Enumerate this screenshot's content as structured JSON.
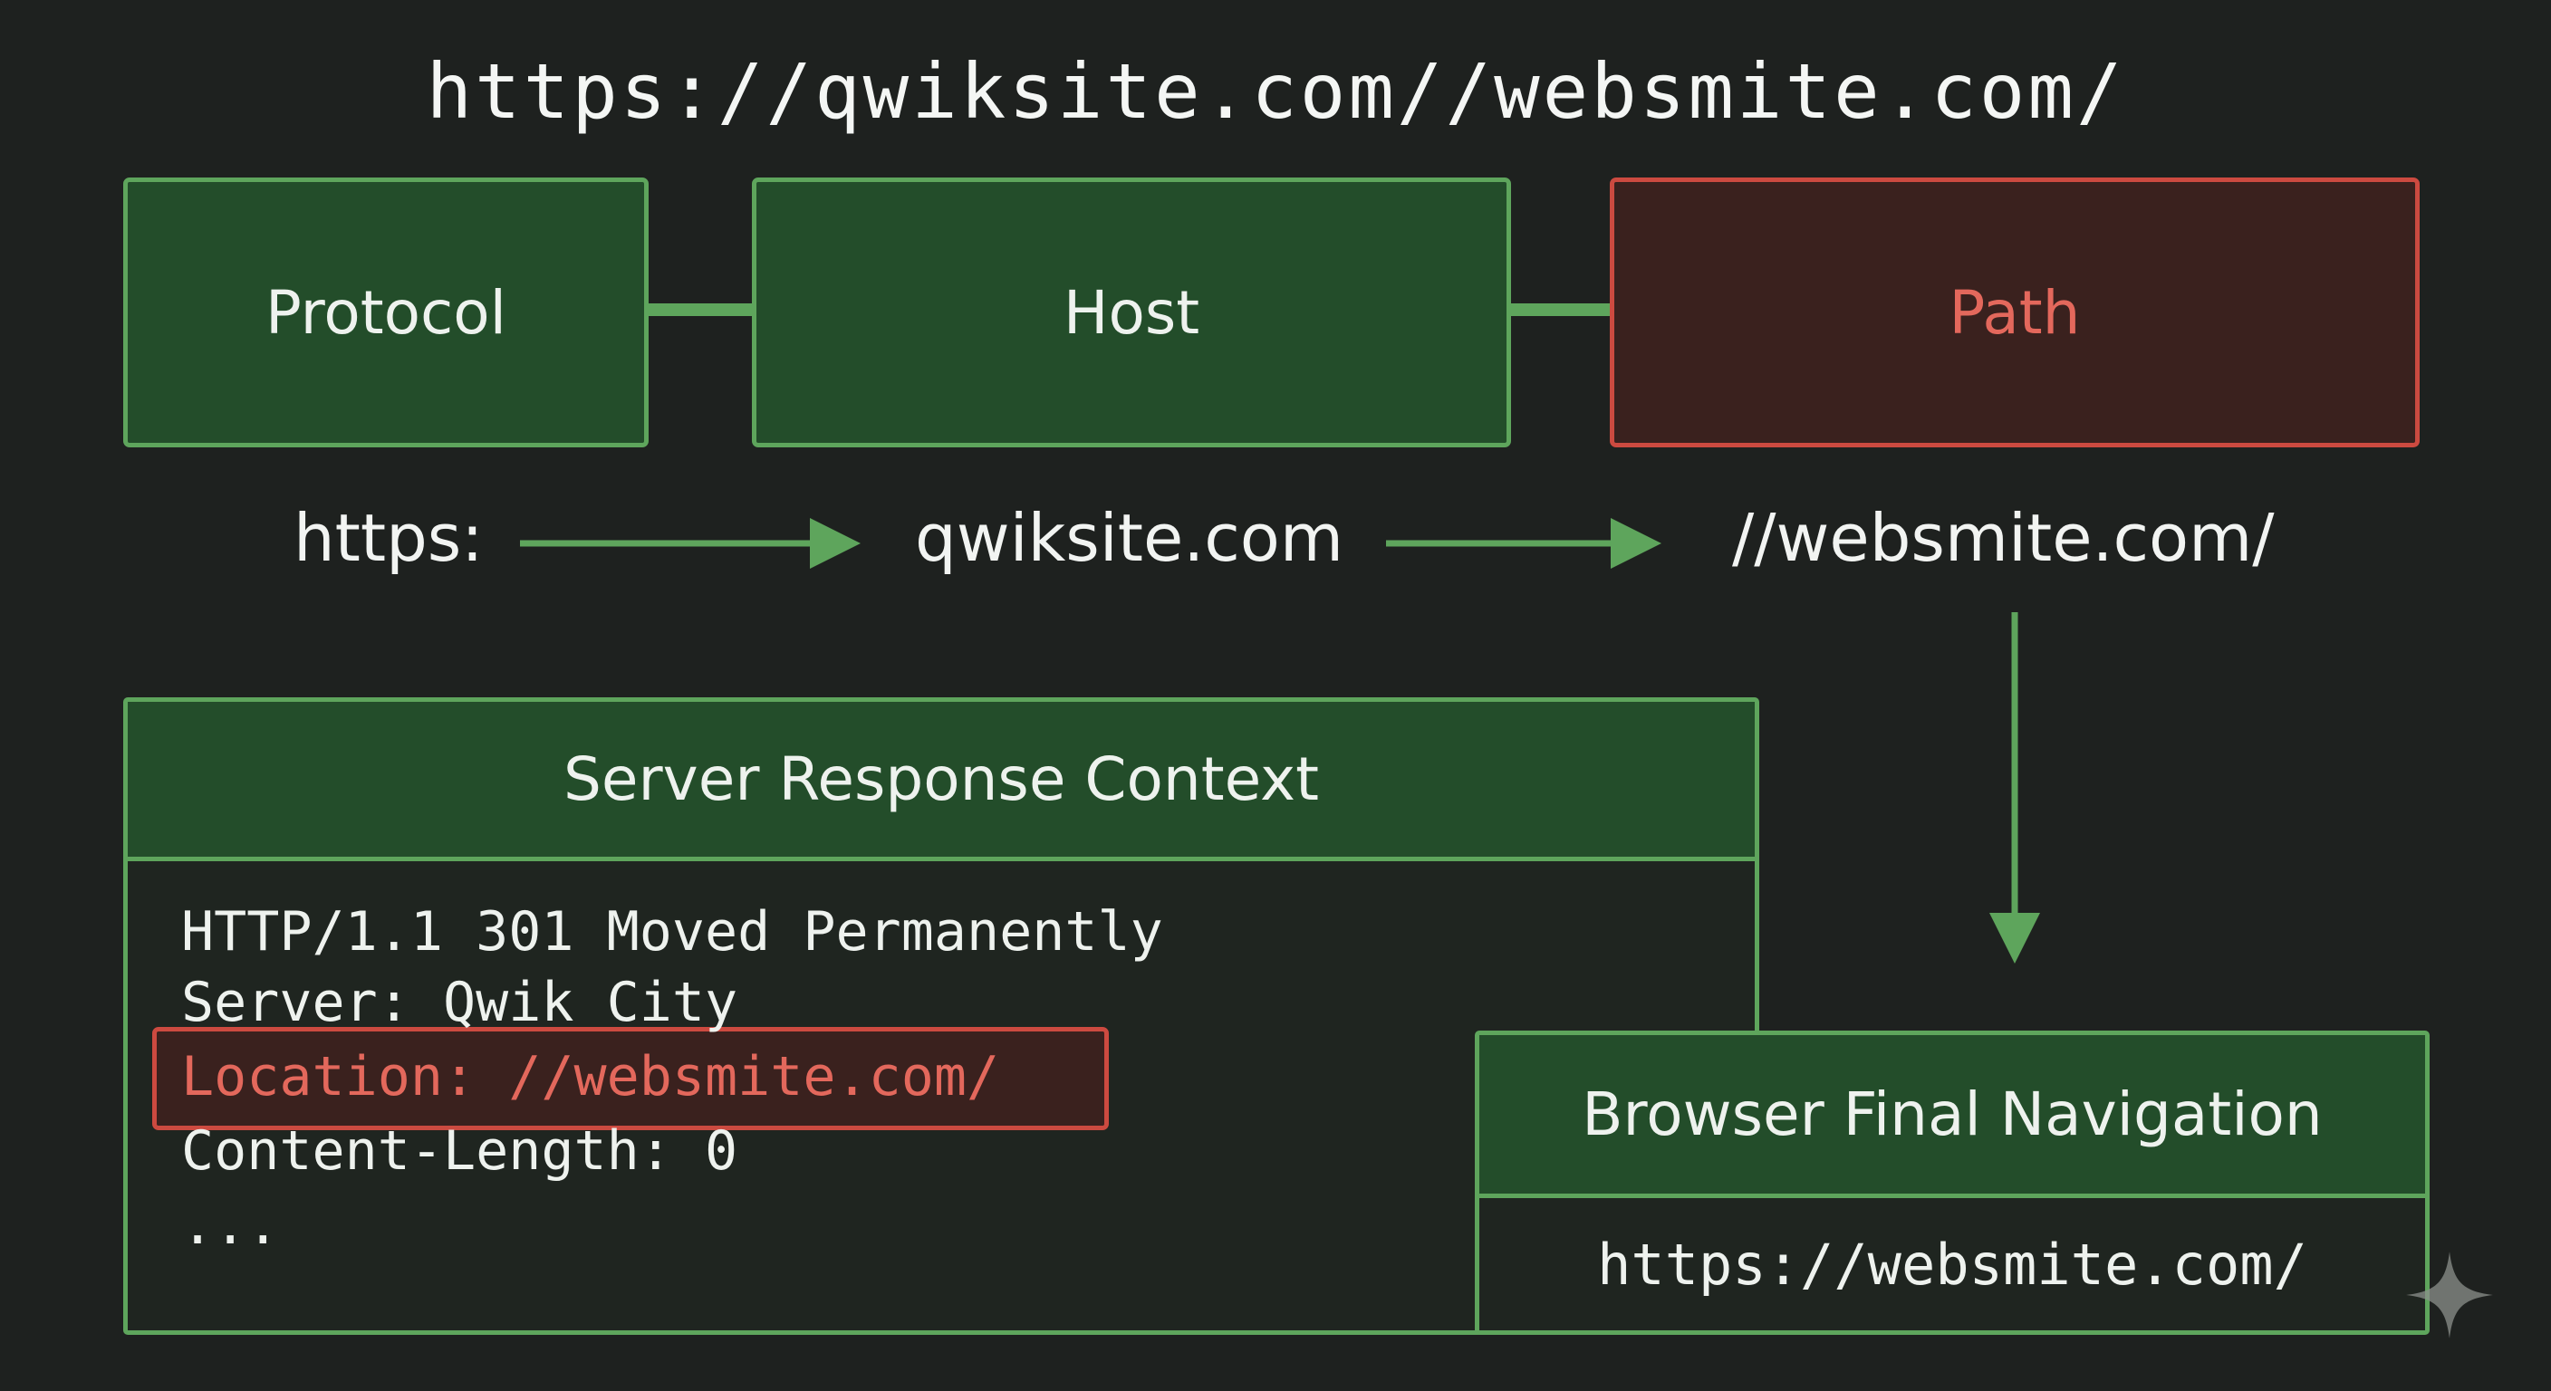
{
  "title_url": "https://qwiksite.com//websmite.com/",
  "components": {
    "protocol": {
      "label": "Protocol",
      "value": "https:"
    },
    "host": {
      "label": "Host",
      "value": "qwiksite.com"
    },
    "path": {
      "label": "Path",
      "value": "//websmite.com/"
    }
  },
  "server_response": {
    "title": "Server Response Context",
    "lines": {
      "status": "HTTP/1.1 301 Moved Permanently",
      "server": "Server: Qwik City",
      "location": "Location: //websmite.com/",
      "content_length": "Content-Length: 0",
      "more": "..."
    }
  },
  "browser_navigation": {
    "title": "Browser Final Navigation",
    "url": "https://websmite.com/"
  },
  "colors": {
    "background": "#1e211f",
    "box_fill": "#234d2a",
    "box_border": "#5ea55c",
    "danger_border": "#cc4a40",
    "danger_text": "#e3685c"
  },
  "icons": {
    "watermark": "sparkle-icon"
  }
}
